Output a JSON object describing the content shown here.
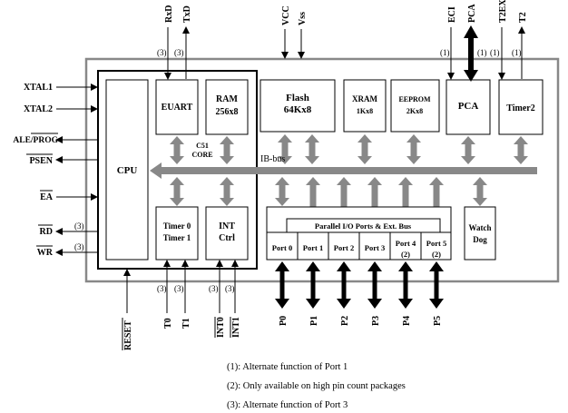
{
  "blocks": {
    "euart": "EUART",
    "ram": [
      "RAM",
      "256x8"
    ],
    "flash": [
      "Flash",
      "64Kx8"
    ],
    "xram": [
      "XRAM",
      "1Kx8"
    ],
    "eeprom": [
      "EEPROM",
      "2Kx8"
    ],
    "pca": "PCA",
    "timer2": "Timer2",
    "cpu": "CPU",
    "c51core": [
      "C51",
      "CORE"
    ],
    "ibbus": "IB-bus",
    "timer01": [
      "Timer 0",
      "Timer 1"
    ],
    "intctrl": [
      "INT",
      "Ctrl"
    ],
    "parallel": "Parallel I/O Ports & Ext. Bus",
    "ports": [
      "Port 0",
      "Port 1",
      "Port 2",
      "Port 3",
      "Port 4",
      "Port 5"
    ],
    "ports_note": "(2)",
    "watchdog": [
      "Watch",
      "Dog"
    ]
  },
  "signals": {
    "left": [
      "XTAL1",
      "XTAL2",
      "ALE/PROG",
      "PSEN",
      "EA",
      "RD",
      "WR"
    ],
    "top": [
      "RxD",
      "TxD",
      "VCC",
      "Vss",
      "ECI",
      "PCA",
      "T2EX",
      "T2"
    ],
    "bottom": [
      "RESET",
      "T0",
      "T1",
      "INT0",
      "INT1"
    ],
    "ports_bottom": [
      "P0",
      "P1",
      "P2",
      "P3",
      "P4",
      "P5"
    ]
  },
  "markers": {
    "m1": "(1)",
    "m3": "(3)"
  },
  "legend": [
    "(1): Alternate function of Port 1",
    "(2): Only available on high pin count packages",
    "(3): Alternate function of Port 3"
  ]
}
